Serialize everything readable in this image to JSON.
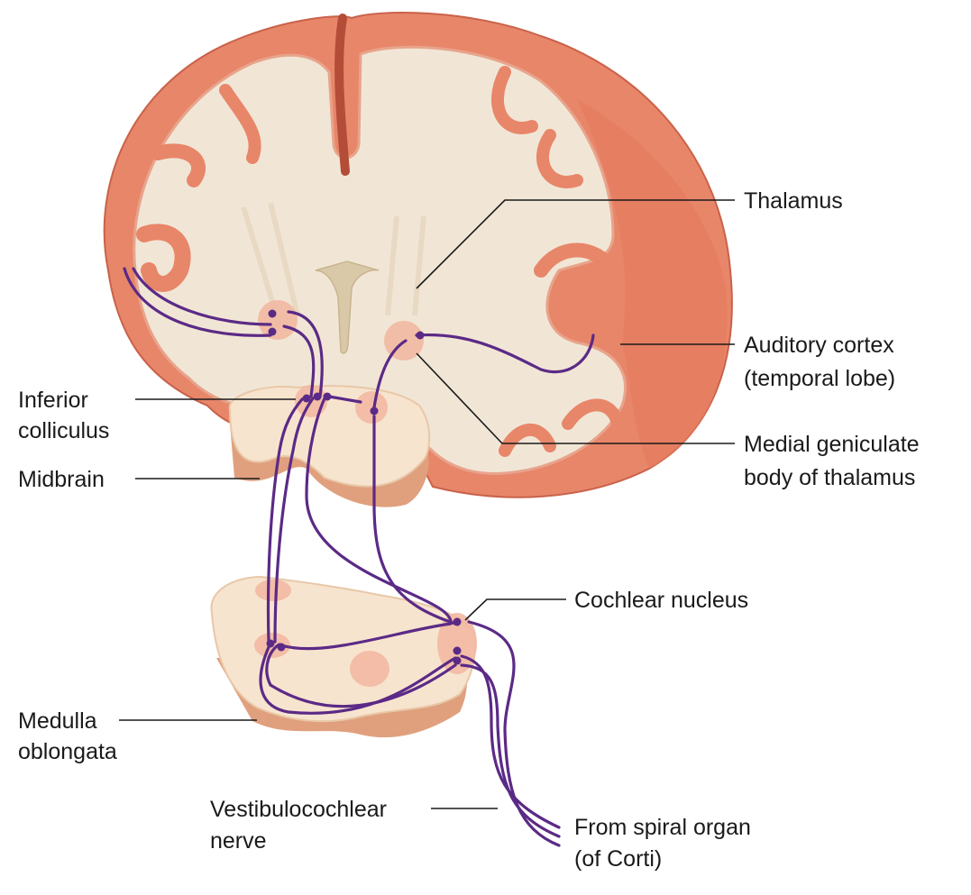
{
  "labels": {
    "thalamus": "Thalamus",
    "auditory_cortex_1": "Auditory cortex",
    "auditory_cortex_2": "(temporal lobe)",
    "medial_geniculate_1": "Medial geniculate",
    "medial_geniculate_2": "body of thalamus",
    "inferior_colliculus_1": "Inferior",
    "inferior_colliculus_2": "colliculus",
    "midbrain": "Midbrain",
    "cochlear_nucleus": "Cochlear nucleus",
    "medulla_1": "Medulla",
    "medulla_2": "oblongata",
    "vestibulocochlear_1": "Vestibulocochlear",
    "vestibulocochlear_2": "nerve",
    "spiral_organ_1": "From spiral organ",
    "spiral_organ_2": "(of Corti)"
  },
  "colors": {
    "cortex": "#e8866a",
    "cortex_dark": "#c9624a",
    "white_matter": "#f1e6d6",
    "pathway": "#5b2a86",
    "nucleus": "#f2b8a2",
    "brainstem": "#f7e4cf"
  }
}
